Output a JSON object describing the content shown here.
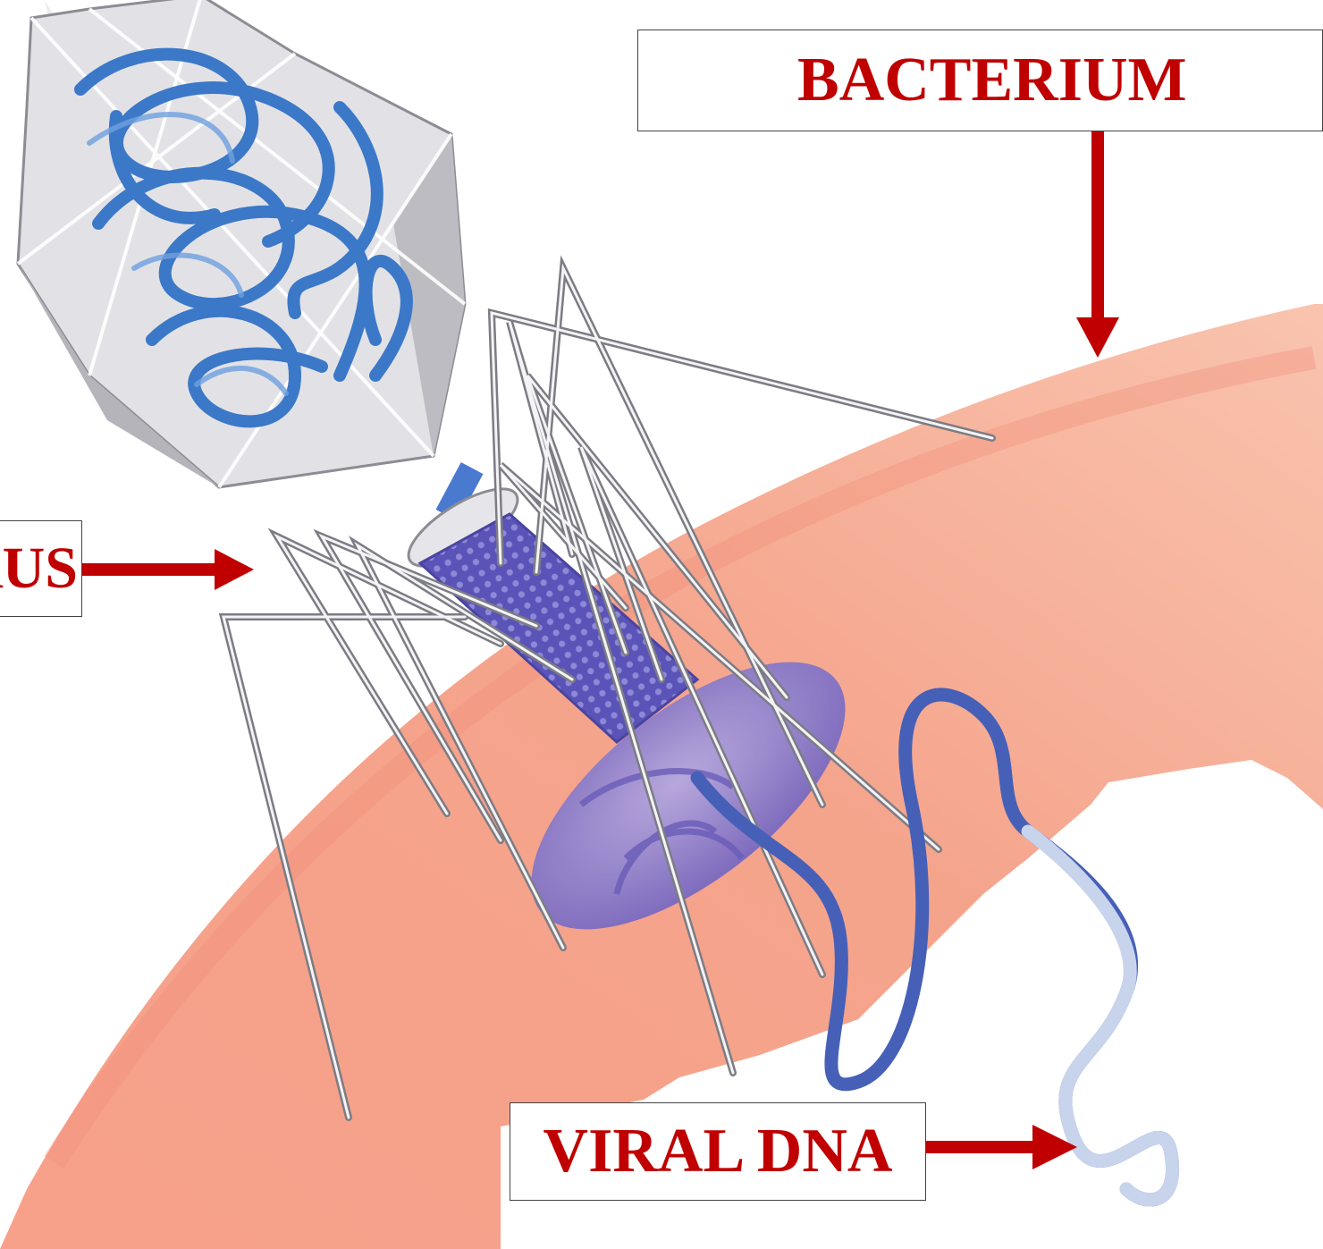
{
  "labels": {
    "bacterium": "BACTERIUM",
    "virus": "VIRUS",
    "viral_dna": "VIRAL DNA"
  },
  "colors": {
    "label_text": "#c00000",
    "arrow": "#c00000",
    "bacterium_fill": "#f29a82",
    "tail_sheath": "#7a70c8",
    "base_plate": "#8c82cc",
    "dna_blue": "#3c78c8",
    "capsid_gray": "#c8c8cc"
  }
}
